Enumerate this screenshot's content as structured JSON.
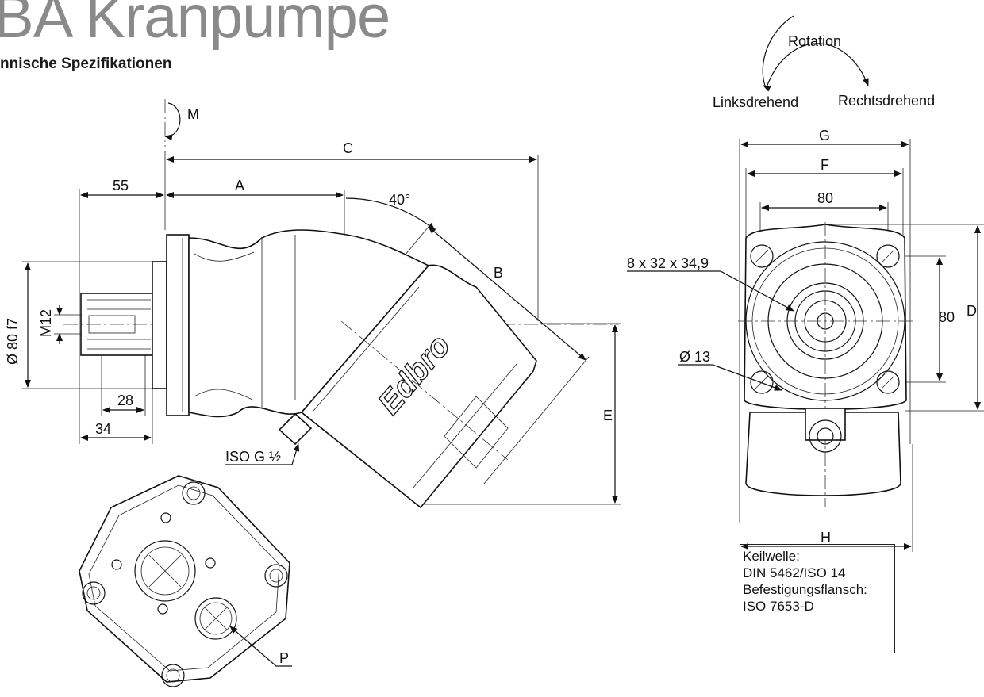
{
  "title": "BA Kranpumpe",
  "subtitle": "nnische Spezifikationen",
  "rotation": {
    "label": "Rotation",
    "left": "Linksdrehend",
    "right": "Rechtsdrehend"
  },
  "dims": {
    "M": "M",
    "C": "C",
    "A": "A",
    "d55": "55",
    "angle": "40°",
    "B": "B",
    "E": "E",
    "dia80": "Ø 80 f7",
    "M12": "M12",
    "d28": "28",
    "d34": "34",
    "isoG": "ISO G ½",
    "P": "P",
    "G": "G",
    "F": "F",
    "w80": "80",
    "h80": "80",
    "D": "D",
    "H": "H",
    "spline": "8 x 32 x 34,9",
    "dia13": "Ø 13"
  },
  "logo": "Edbro",
  "spec_box": {
    "line1": "Keilwelle:",
    "line2": "DIN 5462/ISO 14",
    "line3": "Befestigungsflansch:",
    "line4": "ISO 7653-D"
  }
}
